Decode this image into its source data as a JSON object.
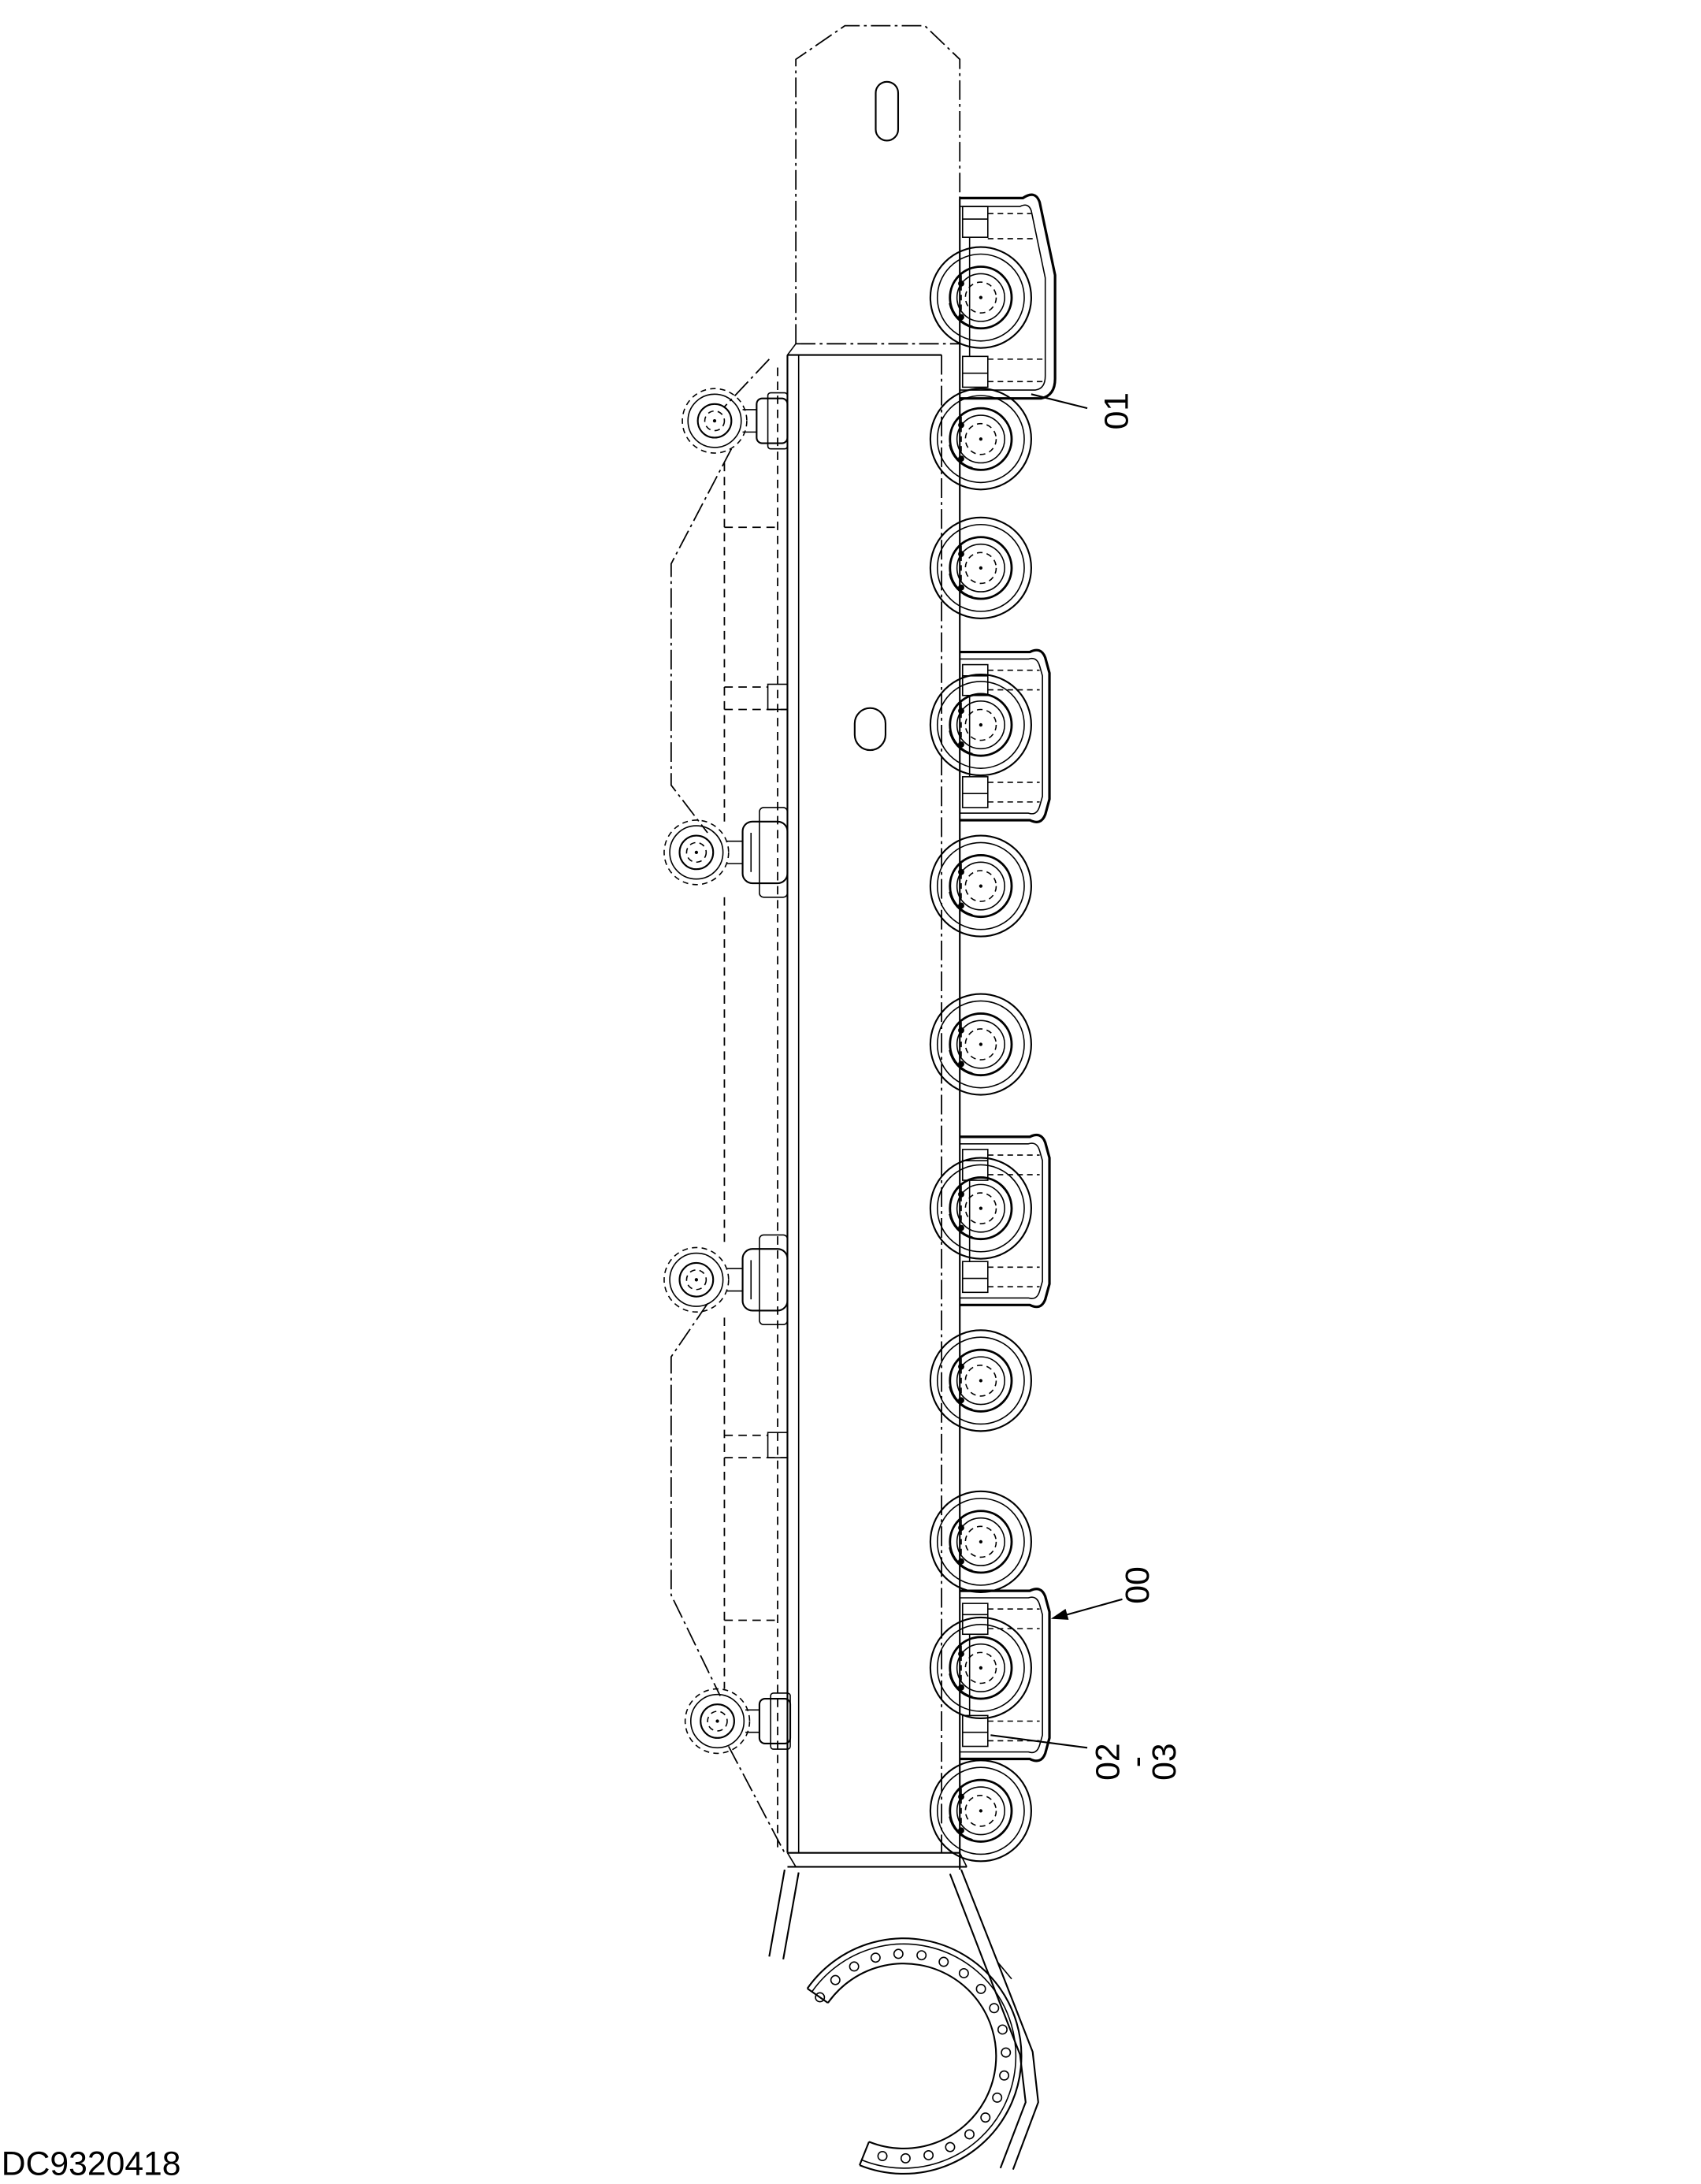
{
  "callouts": {
    "part_01": "01",
    "part_00": "00",
    "part_02": "02",
    "range_separator": "-",
    "part_03": "03"
  },
  "drawing_number": "DC9320418",
  "colors": {
    "line": "#000000",
    "background": "#ffffff"
  }
}
